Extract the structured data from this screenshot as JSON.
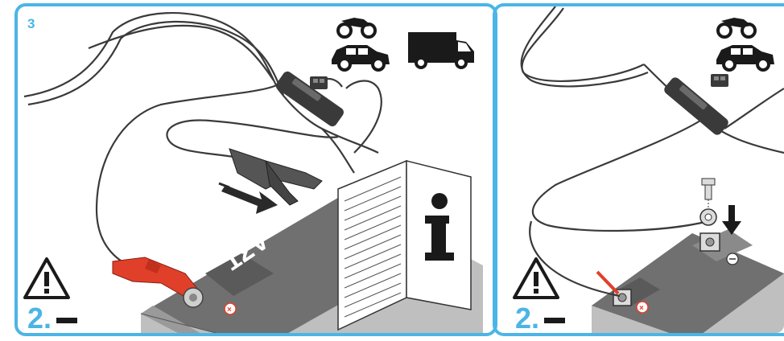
{
  "panels": [
    {
      "step_number": "3",
      "step_label": "2.",
      "voltage_label": "12V"
    },
    {
      "step_label": "2."
    }
  ],
  "colors": {
    "frame": "#4bb5e6",
    "cable": "#3a3a3a",
    "battery_top": "#6f6f6f",
    "battery_side": "#bfbfbf",
    "clamp_red": "#e0402a",
    "clamp_black": "#4a4a4a"
  },
  "icons": [
    "motorcycle-icon",
    "car-icon",
    "van-icon",
    "warning-icon",
    "info-icon",
    "arrow-icon"
  ]
}
